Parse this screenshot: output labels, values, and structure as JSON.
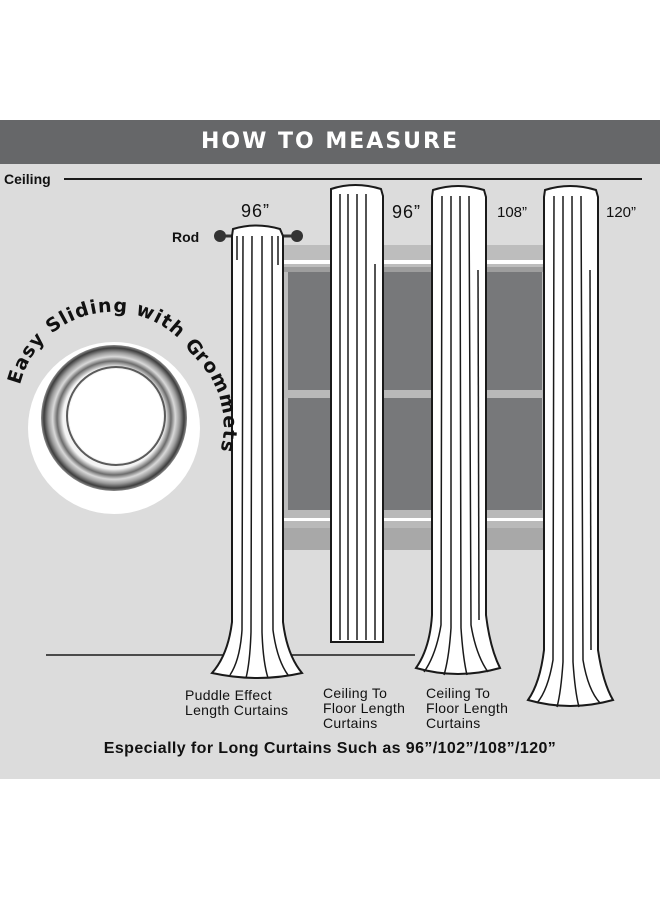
{
  "header": {
    "title": "HOW TO MEASURE"
  },
  "labels": {
    "ceiling": "Ceiling",
    "rod": "Rod"
  },
  "badge": {
    "text": "Easy Sliding with Grommets"
  },
  "measurements": [
    "96”",
    "96”",
    "108”",
    "120”"
  ],
  "captions": [
    "Puddle Effect Length Curtains",
    "Ceiling To Floor Length Curtains",
    "Ceiling To Floor Length Curtains"
  ],
  "footer": {
    "text": "Especially for Long Curtains Such as 96”/102”/108”/120”"
  },
  "colors": {
    "header_bg": "#666769",
    "panel_bg": "#dcdcdc",
    "window": "#77787a",
    "curtain": "#ffffff",
    "line": "#1a1a1a"
  }
}
